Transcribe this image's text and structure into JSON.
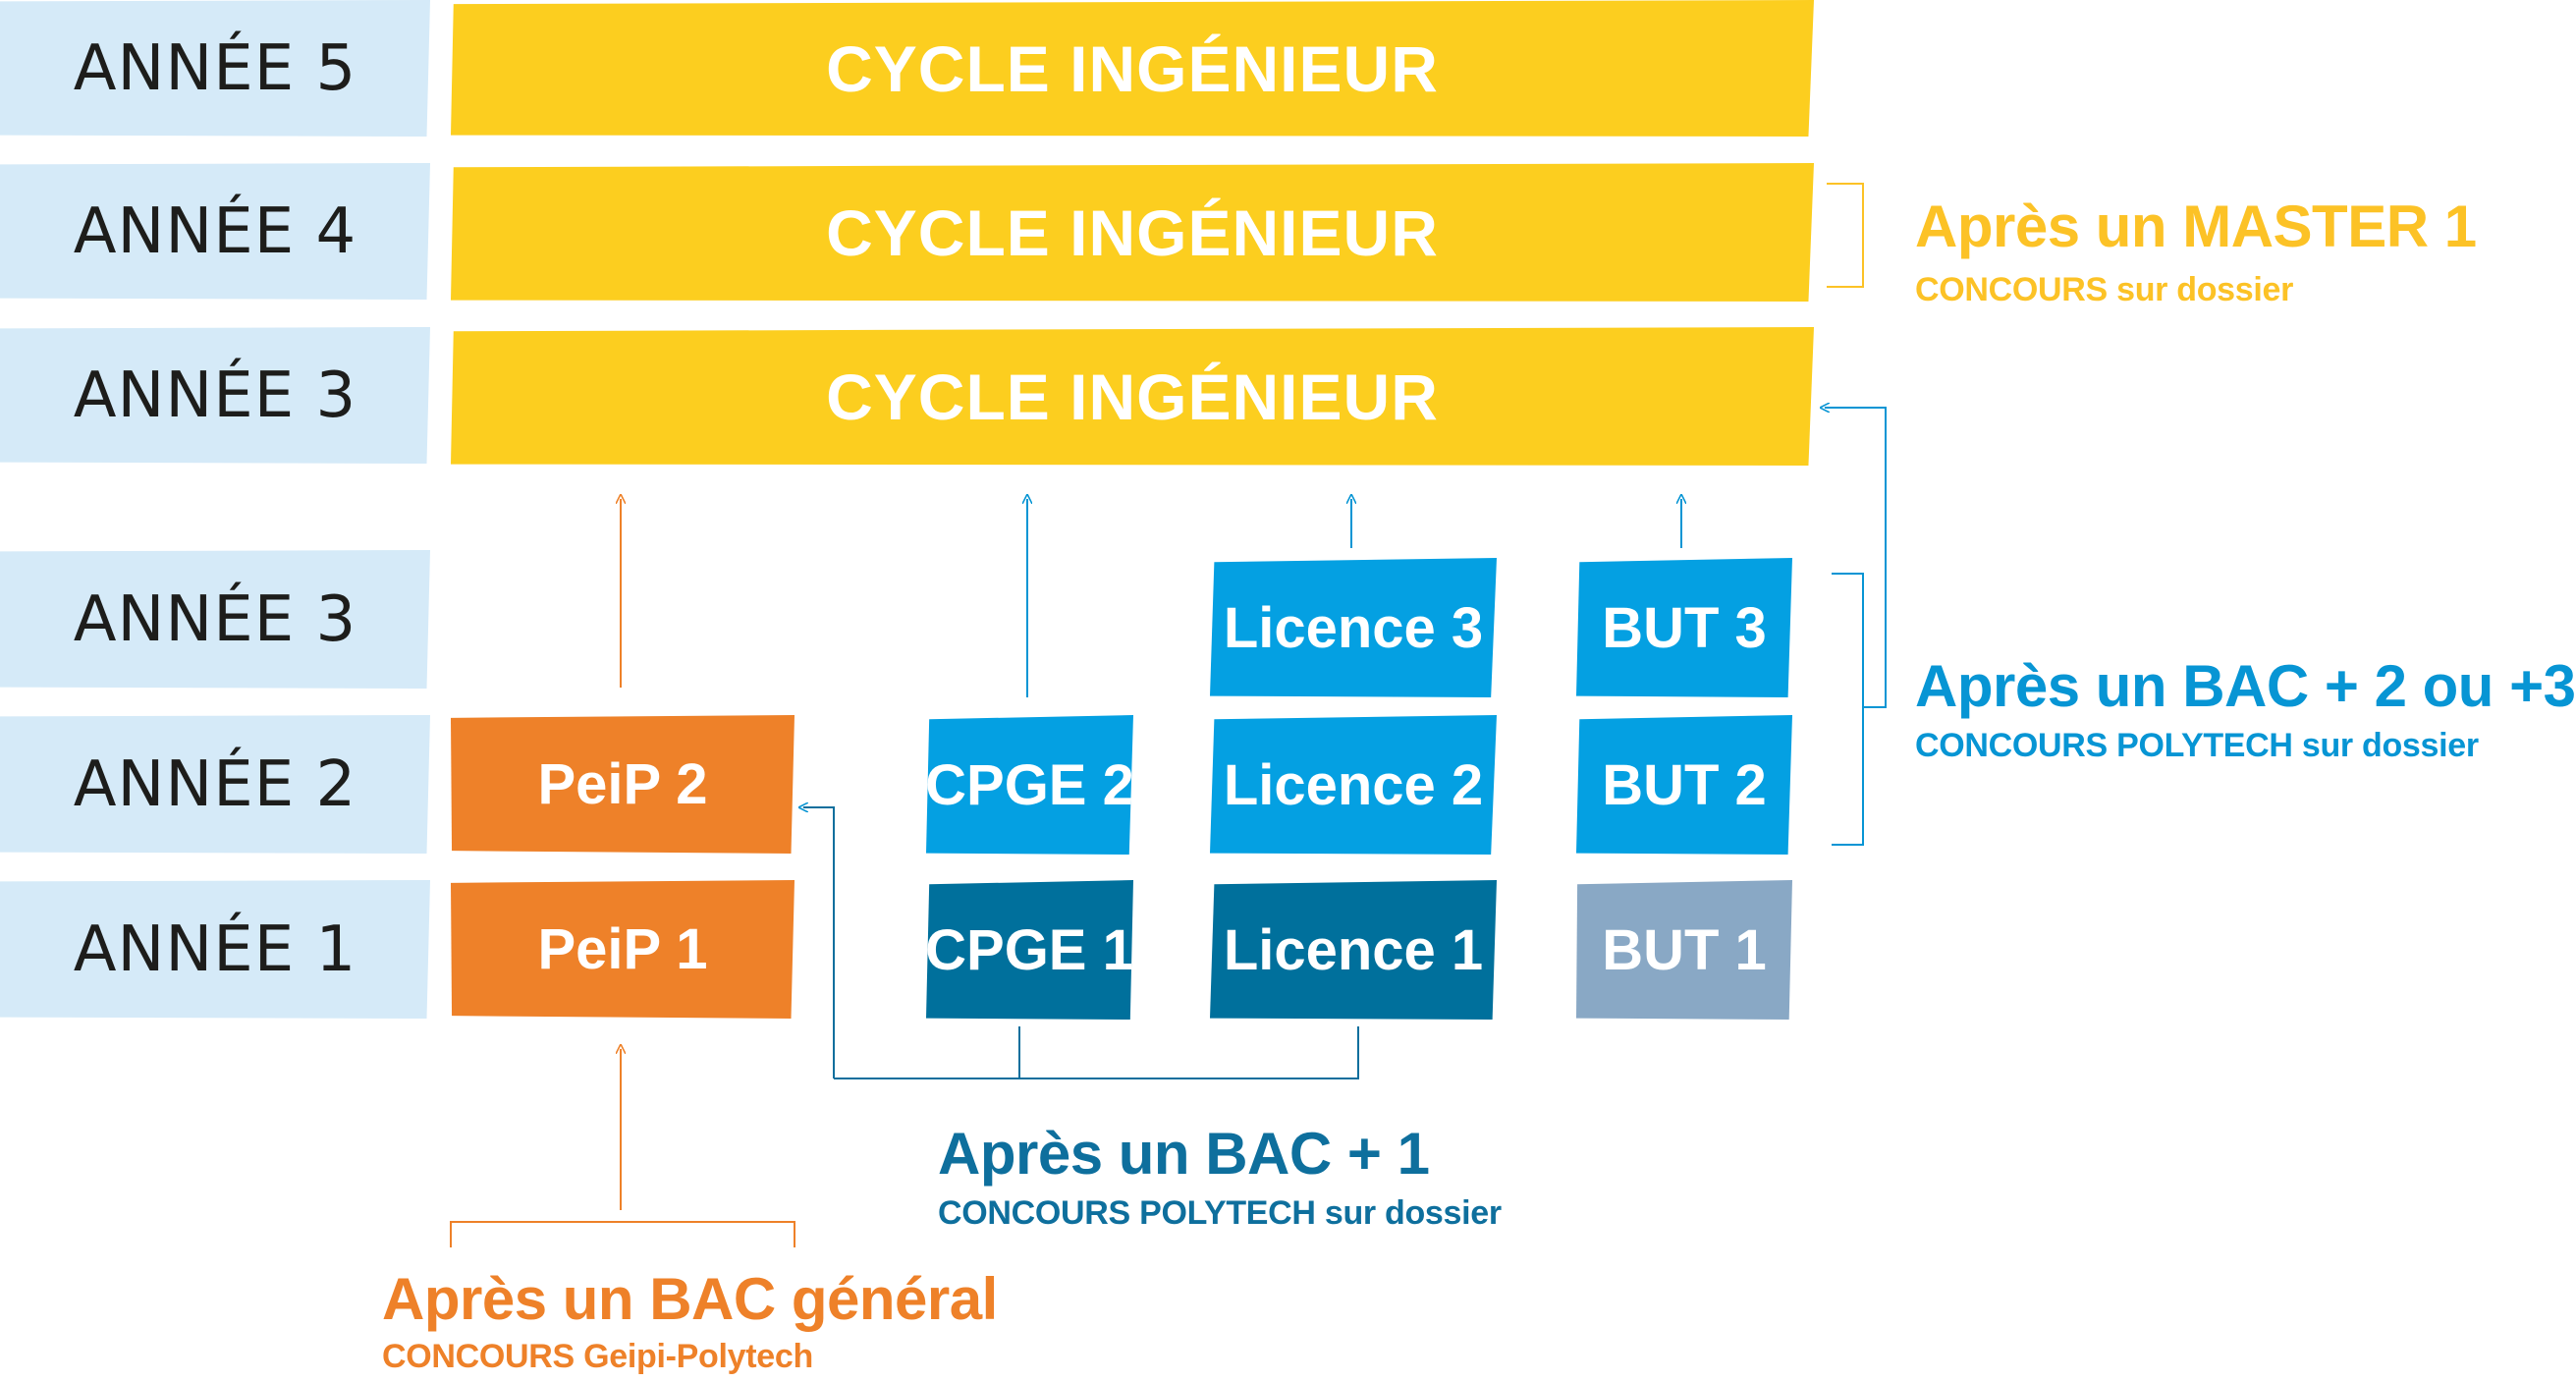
{
  "years": [
    {
      "label": "ANNÉE 5"
    },
    {
      "label": "ANNÉE 4"
    },
    {
      "label": "ANNÉE 3"
    },
    {
      "label": "ANNÉE 3"
    },
    {
      "label": "ANNÉE 2"
    },
    {
      "label": "ANNÉE 1"
    }
  ],
  "cycles": [
    {
      "label": "CYCLE INGÉNIEUR"
    },
    {
      "label": "CYCLE INGÉNIEUR"
    },
    {
      "label": "CYCLE INGÉNIEUR"
    }
  ],
  "peip": {
    "year2": "PeiP 2",
    "year1": "PeiP 1"
  },
  "cpge": {
    "year2": "CPGE 2",
    "year1": "CPGE 1"
  },
  "licence": {
    "year3": "Licence 3",
    "year2": "Licence 2",
    "year1": "Licence 1"
  },
  "but": {
    "year3": "BUT 3",
    "year2": "BUT 2",
    "year1": "BUT 1"
  },
  "routes": {
    "master1": {
      "title": "Après un MASTER 1",
      "subtitle": "CONCOURS sur dossier"
    },
    "bac23": {
      "title": "Après un BAC + 2 ou +3",
      "subtitle": "CONCOURS POLYTECH sur dossier"
    },
    "bac1": {
      "title": "Après un BAC + 1",
      "subtitle": "CONCOURS POLYTECH sur dossier"
    },
    "bacgeneral": {
      "title": "Après un BAC général",
      "subtitle": "CONCOURS Geipi-Polytech"
    }
  },
  "colors": {
    "year_band": "#d5eaf8",
    "cycle": "#fcce1f",
    "peip": "#ee8129",
    "cyan": "#04a0e2",
    "teal": "#00709c",
    "but1": "#89a8c5"
  }
}
